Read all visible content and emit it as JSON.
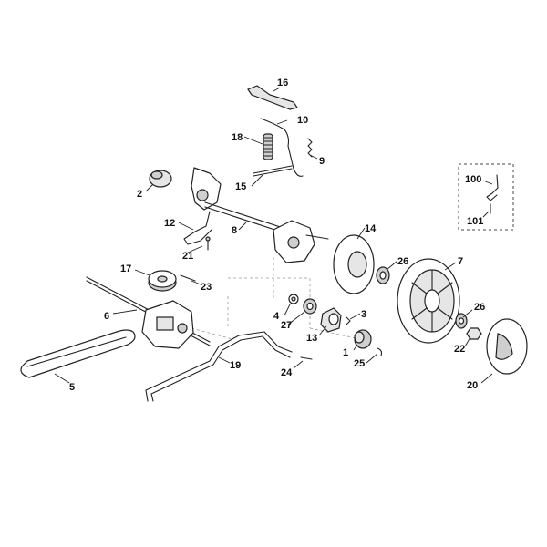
{
  "callouts": {
    "c1": "1",
    "c2": "2",
    "c3": "3",
    "c4": "4",
    "c5": "5",
    "c6": "6",
    "c7": "7",
    "c8": "8",
    "c9": "9",
    "c10": "10",
    "c12": "12",
    "c13": "13",
    "c14": "14",
    "c15": "15",
    "c16": "16",
    "c17": "17",
    "c18": "18",
    "c19": "19",
    "c20": "20",
    "c21": "21",
    "c22": "22",
    "c23": "23",
    "c24": "24",
    "c25": "25",
    "c26a": "26",
    "c26b": "26",
    "c27": "27",
    "c100": "100",
    "c101": "101"
  }
}
